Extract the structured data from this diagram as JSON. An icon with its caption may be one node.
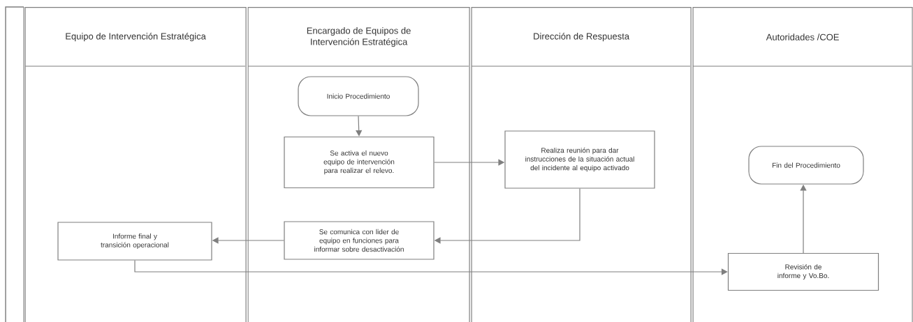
{
  "diagram": {
    "nodes": [
      {
        "text": [
          "Equipo de Intervención Estratégica"
        ]
      },
      {
        "text": [
          "Encargado de Equipos de Intervención Estratégica"
        ]
      },
      {
        "text": [
          "Dirección de Respuesta"
        ]
      },
      {
        "text": [
          "Autoridades /COE"
        ]
      },
      {
        "text": [
          "Inicio Procedimiento"
        ],
        "in": 1
      },
      {
        "text": [
          "Se activa el nuevo equipo de intervención para realizar el relevo."
        ],
        "in": 1
      },
      {
        "text": [
          "Realiza reunión para dar instrucciones de la situación actual del incidente al equipo activado"
        ],
        "in": 2
      },
      {
        "text": [
          "Fin del Procedimiento"
        ],
        "in": 3
      },
      {
        "text": [
          "Informe final y transición operacional"
        ],
        "in": 0
      },
      {
        "text": [
          "Se comunica con lider de equipo en funciones para informar sobre desactivación"
        ],
        "in": 1
      },
      {
        "text": [
          "Revisión de informe y Vo.Bo."
        ],
        "in": 3
      }
    ],
    "edges": [
      {
        "from": 4,
        "to": 5,
        "arrow": "to"
      },
      {
        "from": 5,
        "to": 6,
        "arrow": "to"
      },
      {
        "from": 6,
        "to": 9,
        "arrow": "to"
      },
      {
        "from": 9,
        "to": 8,
        "arrow": "to"
      },
      {
        "from": 8,
        "to": 10,
        "arrow": "to"
      },
      {
        "from": 10,
        "to": 7,
        "arrow": "to"
      }
    ]
  }
}
